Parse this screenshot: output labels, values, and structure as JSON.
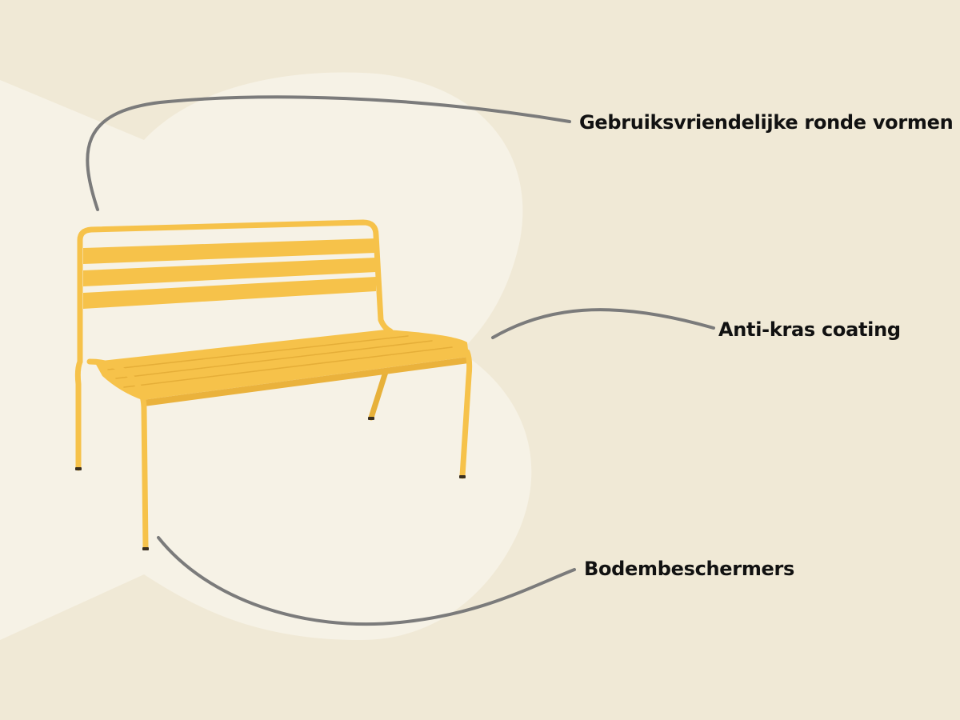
{
  "colors": {
    "background": "#f0e9d6",
    "blob": "#f6f2e6",
    "bench": "#f6c24a",
    "bench_shadow": "#e0a92f",
    "leader_line": "#7b7b7b",
    "text": "#111111"
  },
  "product": {
    "name": "yellow-metal-bench"
  },
  "callouts": [
    {
      "label": "Gebruiksvriendelijke ronde vormen"
    },
    {
      "label": "Anti-kras coating"
    },
    {
      "label": "Bodembeschermers"
    }
  ]
}
